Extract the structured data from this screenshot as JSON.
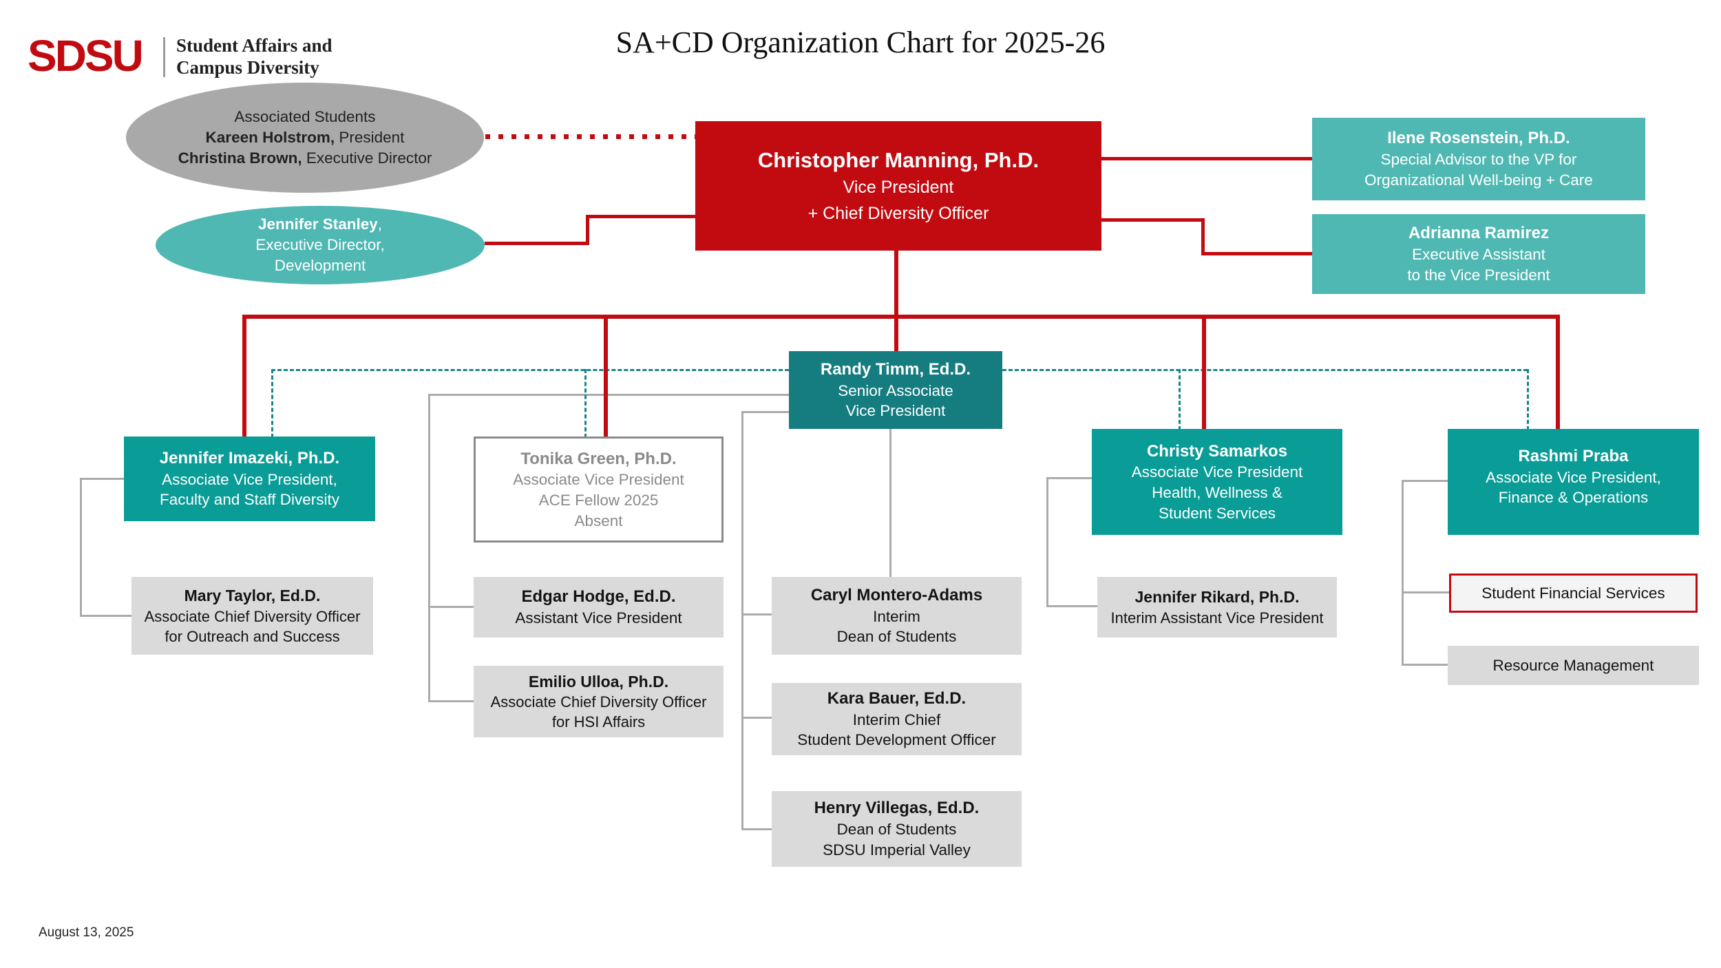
{
  "header": {
    "logo_text": "SDSU",
    "logo_subtitle_line1": "Student Affairs and",
    "logo_subtitle_line2": "Campus Diversity",
    "title": "SA+CD Organization Chart for 2025-26"
  },
  "footer": {
    "date": "August 13, 2025"
  },
  "colors": {
    "red": "#C20A11",
    "teal_light": "#4FB8B3",
    "teal_dark": "#157C80",
    "teal_green": "#0A9C96",
    "gray_box": "#DADADA",
    "gray_ellipse": "#A9A9A9",
    "line_gray": "#ABABAB",
    "dash": "#178487"
  },
  "nodes": {
    "associated_students": {
      "org": "Associated Students",
      "person1_name": "Kareen Holstrom,",
      "person1_role": "President",
      "person2_name": "Christina Brown,",
      "person2_role": "Executive Director"
    },
    "jennifer_stanley": {
      "name": "Jennifer Stanley",
      "suffix": ",",
      "line2": "Executive Director,",
      "line3": "Development"
    },
    "christopher_manning": {
      "name": "Christopher Manning, Ph.D.",
      "line2": "Vice President",
      "line3": "+ Chief Diversity Officer"
    },
    "ilene_rosenstein": {
      "name": "Ilene Rosenstein, Ph.D.",
      "line2": "Special Advisor to the VP for",
      "line3": "Organizational Well-being + Care"
    },
    "adrianna_ramirez": {
      "name": "Adrianna Ramirez",
      "line2": "Executive Assistant",
      "line3": "to the Vice President"
    },
    "randy_timm": {
      "name": "Randy Timm, Ed.D.",
      "line2": "Senior Associate",
      "line3": "Vice President"
    },
    "jennifer_imazeki": {
      "name": "Jennifer Imazeki, Ph.D.",
      "line2": "Associate Vice President,",
      "line3": "Faculty and Staff Diversity"
    },
    "tonika_green": {
      "name": "Tonika Green, Ph.D.",
      "line2": "Associate Vice President",
      "line3": "ACE Fellow 2025",
      "line4": "Absent"
    },
    "christy_samarkos": {
      "name": "Christy Samarkos",
      "line2": "Associate Vice President",
      "line3": "Health, Wellness &",
      "line4": "Student Services"
    },
    "rashmi_praba": {
      "name": "Rashmi Praba",
      "line2": "Associate Vice President,",
      "line3": "Finance & Operations"
    },
    "mary_taylor": {
      "name": "Mary Taylor, Ed.D.",
      "line2": "Associate Chief Diversity Officer",
      "line3": "for Outreach and  Success"
    },
    "edgar_hodge": {
      "name": "Edgar Hodge, Ed.D.",
      "line2": "Assistant Vice President"
    },
    "emilio_ulloa": {
      "name": "Emilio Ulloa, Ph.D.",
      "line2": "Associate Chief Diversity Officer",
      "line3": "for HSI Affairs"
    },
    "caryl_montero_adams": {
      "name": "Caryl Montero-Adams",
      "line2": "Interim",
      "line3": "Dean of Students"
    },
    "kara_bauer": {
      "name": "Kara Bauer, Ed.D.",
      "line2": "Interim Chief",
      "line3": "Student Development Officer"
    },
    "henry_villegas": {
      "name": "Henry Villegas, Ed.D.",
      "line2": "Dean of Students",
      "line3": "SDSU Imperial Valley"
    },
    "jennifer_rikard": {
      "name": "Jennifer Rikard, Ph.D.",
      "line2": "Interim Assistant Vice President"
    },
    "student_financial_services": {
      "label": "Student Financial Services"
    },
    "resource_management": {
      "label": "Resource Management"
    }
  }
}
